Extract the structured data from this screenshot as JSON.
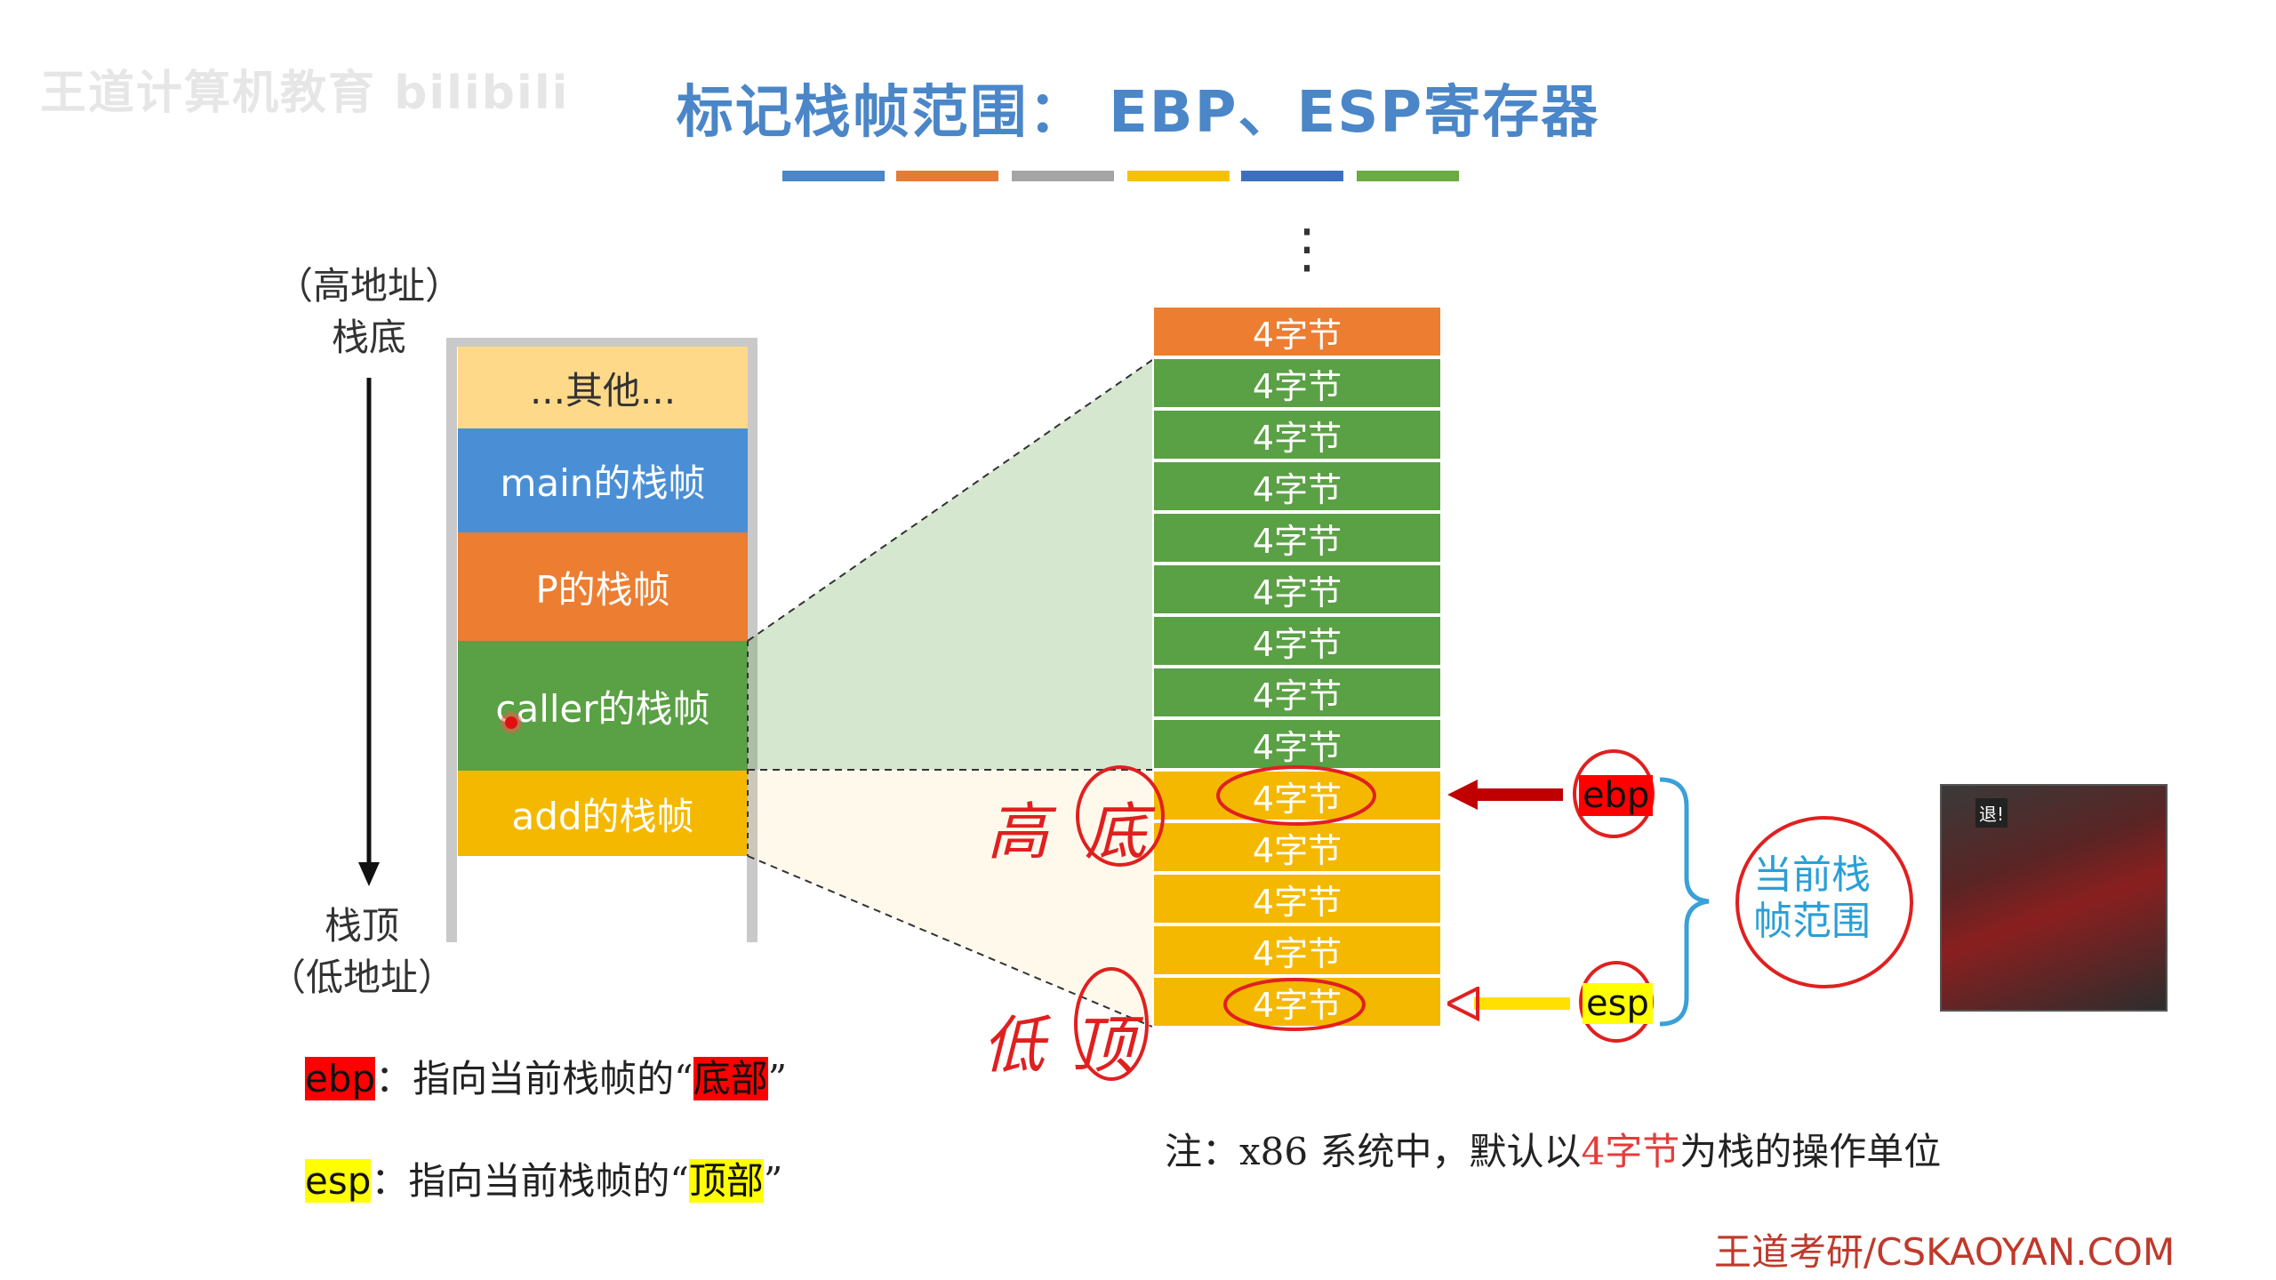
{
  "watermark": "王道计算机教育 bilibili",
  "title": "标记栈帧范围： EBP、ESP寄存器",
  "colorbars": [
    "#4a86c8",
    "#e57c36",
    "#a5a5a5",
    "#f5c100",
    "#3d6fbf",
    "#6aab43"
  ],
  "left_stack": {
    "top_label_1": "（高地址）",
    "top_label_2": "栈底",
    "bottom_label_1": "栈顶",
    "bottom_label_2": "（低地址）",
    "segments": [
      {
        "label": "...其他...",
        "color": "#ffd98a",
        "text_color": "#333333"
      },
      {
        "label": "main的栈帧",
        "color": "#4a8fd6",
        "text_color": "#ffffff"
      },
      {
        "label": "P的栈帧",
        "color": "#ec7d31",
        "text_color": "#ffffff"
      },
      {
        "label": "caller的栈帧",
        "color": "#5aa044",
        "text_color": "#ffffff"
      },
      {
        "label": "add的栈帧",
        "color": "#f5b800",
        "text_color": "#ffffff"
      }
    ]
  },
  "right_stack": {
    "dots": "⋮",
    "cells": [
      {
        "label": "4字节",
        "color": "#ec7d31"
      },
      {
        "label": "4字节",
        "color": "#5aa044"
      },
      {
        "label": "4字节",
        "color": "#5aa044"
      },
      {
        "label": "4字节",
        "color": "#5aa044"
      },
      {
        "label": "4字节",
        "color": "#5aa044"
      },
      {
        "label": "4字节",
        "color": "#5aa044"
      },
      {
        "label": "4字节",
        "color": "#5aa044"
      },
      {
        "label": "4字节",
        "color": "#5aa044"
      },
      {
        "label": "4字节",
        "color": "#5aa044"
      },
      {
        "label": "4字节",
        "color": "#f5b800"
      },
      {
        "label": "4字节",
        "color": "#f5b800"
      },
      {
        "label": "4字节",
        "color": "#f5b800"
      },
      {
        "label": "4字节",
        "color": "#f5b800"
      },
      {
        "label": "4字节",
        "color": "#f5b800"
      }
    ]
  },
  "registers": {
    "ebp": "ebp",
    "esp": "esp",
    "brace_label_1": "当前栈",
    "brace_label_2": "帧范围"
  },
  "handwriting": {
    "high": "高",
    "bottom": "底",
    "low": "低",
    "top": "顶"
  },
  "legend": {
    "ebp_key": "ebp",
    "ebp_text": "：指向当前栈帧的“",
    "ebp_highlight": "底部",
    "ebp_end": "”",
    "esp_key": "esp",
    "esp_text": "：指向当前栈帧的“",
    "esp_highlight": "顶部",
    "esp_end": "”"
  },
  "note": {
    "prefix": "注：x86 系统中，默认以",
    "highlight": "4字节",
    "suffix": "为栈的操作单位"
  },
  "footer": "王道考研/CSKAOYAN.COM",
  "photo_caption": "退!"
}
